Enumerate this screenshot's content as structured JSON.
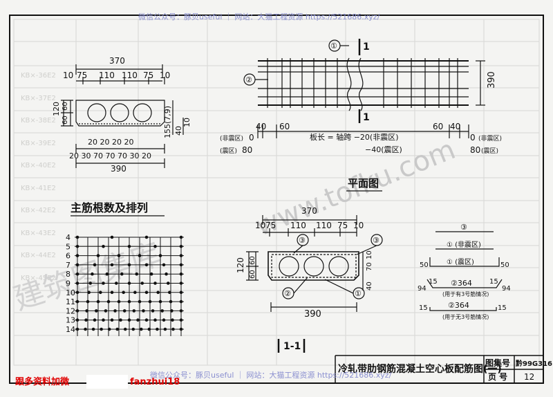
{
  "watermark_top": "微信公众号：豚贝useful ｜ 网站：大猫工程资源 https://521686.xyz/",
  "watermark_bottom": "微信公众号：豚贝useful ｜ 网站：大猫工程资源 https://521686.xyz/",
  "watermark_diag": "www.tofku.com",
  "watermark_left": "建筑图集库",
  "footer_left": "跟多资料加微",
  "footer_wechat": "fanzhui18",
  "section_dims": {
    "w370": "370",
    "d10a": "10",
    "d75a": "75",
    "d110a": "110",
    "d110b": "110",
    "d75b": "75",
    "d10b": "10",
    "d120": "120",
    "d60a": "60",
    "d60b": "60",
    "d15": "15",
    "d57": "5(7,9)",
    "d40": "40",
    "d10": "10",
    "row_top": "20 20 20 20",
    "row_bot": "20 30 70 70 70 30 20",
    "w390": "390"
  },
  "main_bar_title": "主筋根数及排列",
  "bar_counts": [
    "4",
    "5",
    "6",
    "7",
    "8",
    "9",
    "10",
    "11",
    "12",
    "13",
    "14"
  ],
  "plan": {
    "mark1": "①",
    "mark2": "②",
    "sec": "1",
    "h390": "390",
    "d40a": "40",
    "d60a": "60",
    "d60b": "60",
    "d40b": "40",
    "zero_l": "0",
    "zero_r": "0",
    "zone_l": "(非震区)",
    "zone_r": "(非震区)",
    "d80l": "80",
    "d80r": "80",
    "zone_l2": "(震区)",
    "zone_r2": "(震区)",
    "formula": "板长 = 轴跨  −20(非震区)",
    "formula2": "−40(震区)",
    "title": "平面图"
  },
  "section11": {
    "w370": "370",
    "d10a": "10",
    "d75a": "75",
    "d110a": "110",
    "d110b": "110",
    "d75b": "75",
    "d10b": "10",
    "m3a": "③",
    "m3b": "③",
    "m2": "②",
    "m1": "①",
    "d120": "120",
    "d60a": "60",
    "d60b": "60",
    "d10": "10",
    "d70": "70",
    "d40": "40",
    "w390": "390",
    "title": "1-1"
  },
  "bar_details": {
    "b3": "③",
    "b1a": "① (非震区)",
    "d50l": "50",
    "b1b": "① (震区)",
    "d50r": "50",
    "d94l": "94",
    "d15a": "15",
    "b2a": "②364",
    "d15b": "15",
    "d94r": "94",
    "note1": "(用于有3号筋情况)",
    "d15c": "15",
    "b2b": "②364",
    "d15d": "15",
    "note2": "(用于无3号筋情况)"
  },
  "title_block": {
    "title": "冷轧带肋钢筋混凝土空心板配筋图(一)",
    "label_atlas": "图集号",
    "atlas_no": "黔99G316",
    "label_page": "页 号",
    "page_no": "12"
  },
  "faded_table": {
    "r1": "KB×-36E2",
    "r2": "KB×-37E2",
    "r3": "KB×-38E2",
    "r4": "KB×-39E2",
    "r5": "KB×-40E2",
    "r6": "KB×-41E2",
    "r7": "KB×-42E2",
    "r8": "KB×-43E2",
    "r9": "KB×-44E2",
    "r10": "KB×-45E2"
  }
}
